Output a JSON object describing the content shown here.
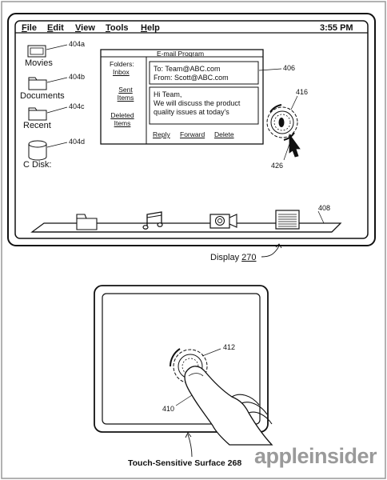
{
  "menubar": {
    "items": [
      "File",
      "Edit",
      "View",
      "Tools",
      "Help"
    ],
    "clock": "3:55 PM"
  },
  "desktop": {
    "icons": [
      {
        "label": "Movies",
        "ref": "404a",
        "icon": "folder-icon"
      },
      {
        "label": "Documents",
        "ref": "404b",
        "icon": "folder-icon"
      },
      {
        "label": "Recent",
        "ref": "404c",
        "icon": "folder-icon"
      },
      {
        "label": "C Disk:",
        "ref": "404d",
        "icon": "disk-icon"
      }
    ]
  },
  "email_window": {
    "title": "E-mail Program",
    "folders_label": "Folders:",
    "folders": [
      "Inbox",
      "Sent Items",
      "Deleted Items"
    ],
    "to": "To: Team@ABC.com",
    "from": "From: Scott@ABC.com",
    "body_line1": "Hi Team,",
    "body_line2": "We will discuss the product",
    "body_line3": "quality issues at today's",
    "actions": [
      "Reply",
      "Forward",
      "Delete"
    ]
  },
  "refs": {
    "window": "406",
    "touch_cursor": "416",
    "pointer": "426",
    "dock": "408",
    "finger_contact": "412",
    "finger": "410"
  },
  "dock_icons": [
    "folder-icon",
    "music-icon",
    "camera-icon",
    "document-icon"
  ],
  "display_caption": "Display",
  "display_ref": "270",
  "touch_caption": "Touch-Sensitive Surface 268",
  "watermark": "appleinsider"
}
